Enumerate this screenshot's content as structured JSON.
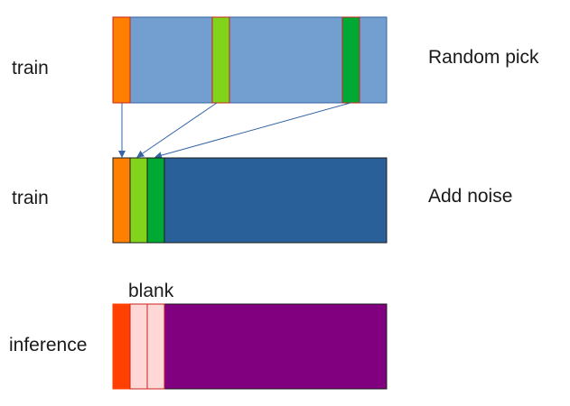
{
  "labels": {
    "row1_left": "train",
    "row1_right": "Random pick",
    "row2_left": "train",
    "row2_right": "Add noise",
    "row3_top": "blank",
    "row3_left": "inference"
  },
  "colors": {
    "row1_bar": "#729fcf",
    "row2_bar": "#2a6099",
    "row3_bar": "#800080",
    "orange": "#ff8000",
    "light_green": "#81d41a",
    "green": "#00a933",
    "red_orange": "#ff4000",
    "pink": "#ffd7d7",
    "outline": "#3465a4",
    "arrow": "#3465a4"
  }
}
